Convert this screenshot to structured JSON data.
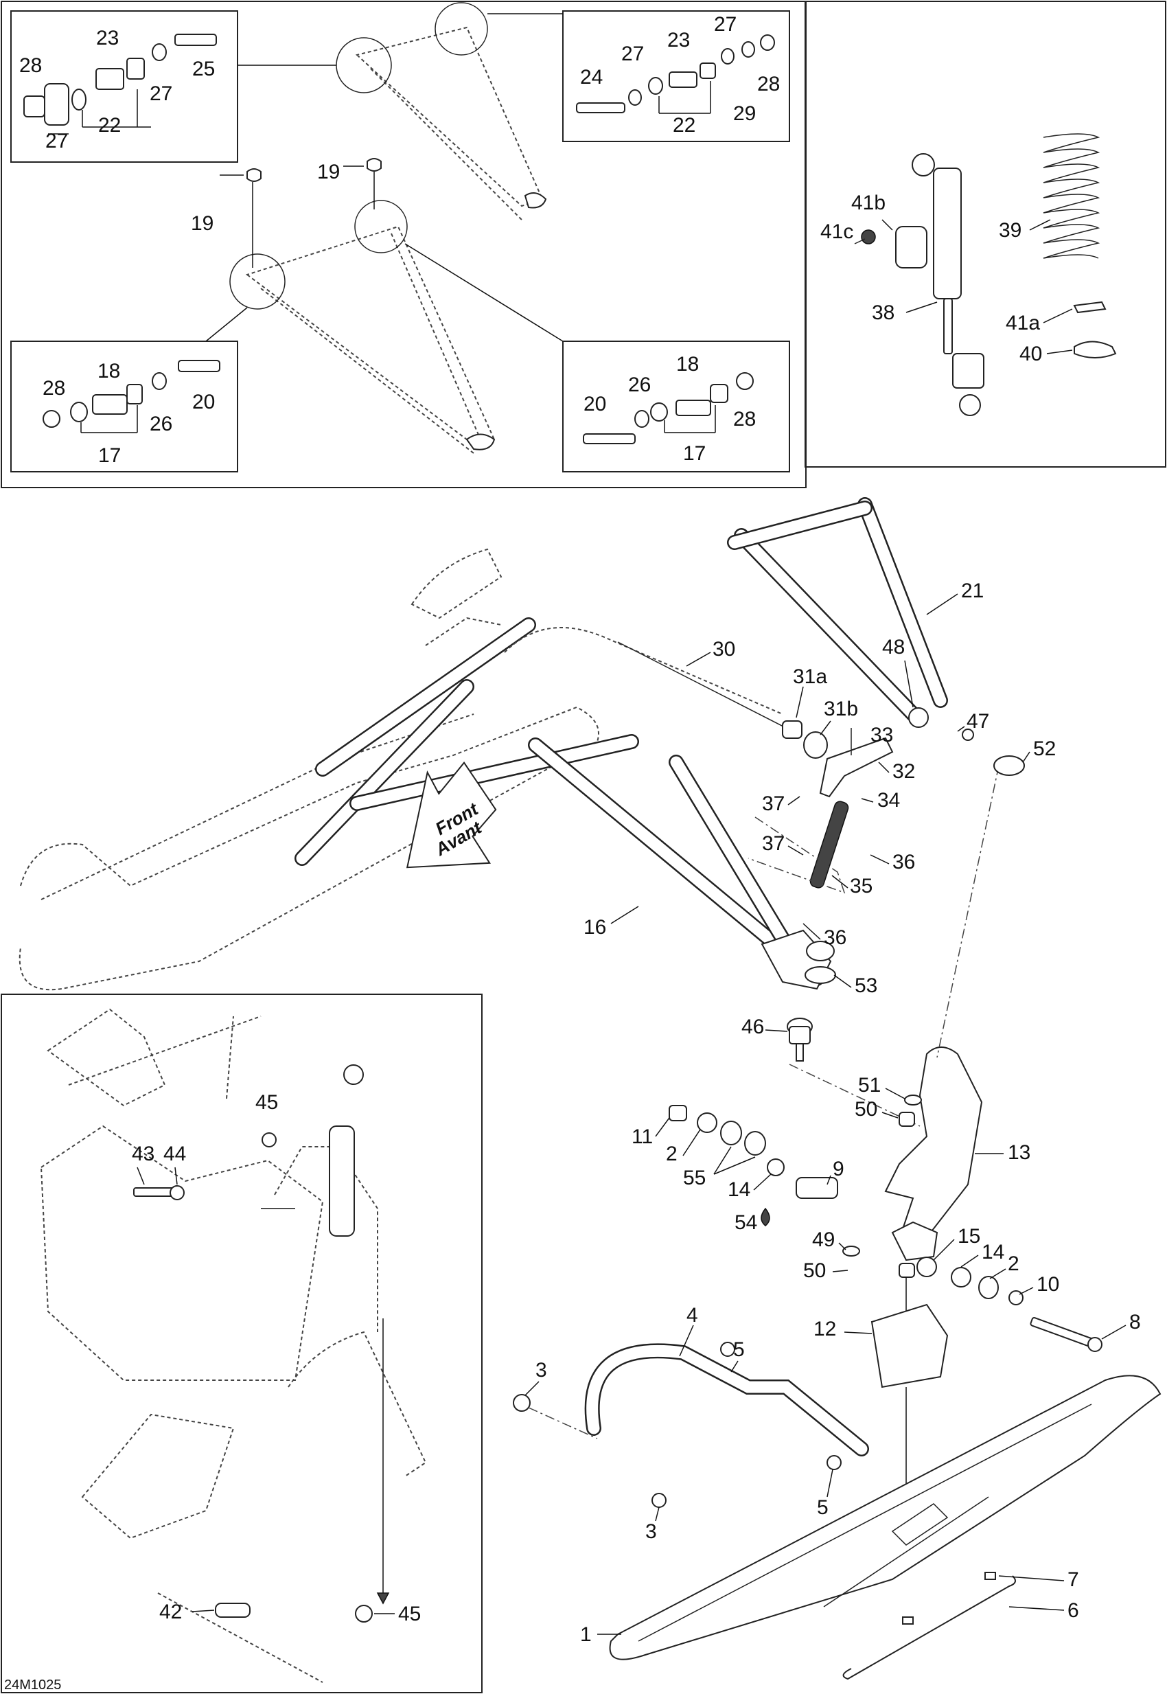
{
  "document_code": "24M1025",
  "orientation_arrow": {
    "line1": "Front",
    "line2": "Avant"
  },
  "callouts": {
    "c1": "1",
    "c2a": "2",
    "c2b": "2",
    "c3a": "3",
    "c3b": "3",
    "c4": "4",
    "c5a": "5",
    "c5b": "5",
    "c6": "6",
    "c7": "7",
    "c8": "8",
    "c9": "9",
    "c10": "10",
    "c11": "11",
    "c12": "12",
    "c13": "13",
    "c14a": "14",
    "c14b": "14",
    "c15": "15",
    "c16": "16",
    "c17a": "17",
    "c17b": "17",
    "c18a": "18",
    "c18b": "18",
    "c19a": "19",
    "c19b": "19",
    "c20a": "20",
    "c20b": "20",
    "c21": "21",
    "c22a": "22",
    "c22b": "22",
    "c23a": "23",
    "c23b": "23",
    "c24": "24",
    "c25": "25",
    "c26a": "26",
    "c26b": "26",
    "c27a": "27",
    "c27b": "27",
    "c27c": "27",
    "c27d": "27",
    "c28a": "28",
    "c28b": "28",
    "c28c": "28",
    "c28d": "28",
    "c29": "29",
    "c30": "30",
    "c31a": "31a",
    "c31b": "31b",
    "c32": "32",
    "c33": "33",
    "c34": "34",
    "c35": "35",
    "c36a": "36",
    "c36b": "36",
    "c37a": "37",
    "c37b": "37",
    "c38": "38",
    "c39": "39",
    "c40": "40",
    "c41a": "41a",
    "c41b": "41b",
    "c41c": "41c",
    "c42": "42",
    "c43": "43",
    "c44": "44",
    "c45a": "45",
    "c45b": "45",
    "c46": "46",
    "c47": "47",
    "c48": "48",
    "c49": "49",
    "c50a": "50",
    "c50b": "50",
    "c51": "51",
    "c52": "52",
    "c53": "53",
    "c54": "54",
    "c55": "55"
  }
}
